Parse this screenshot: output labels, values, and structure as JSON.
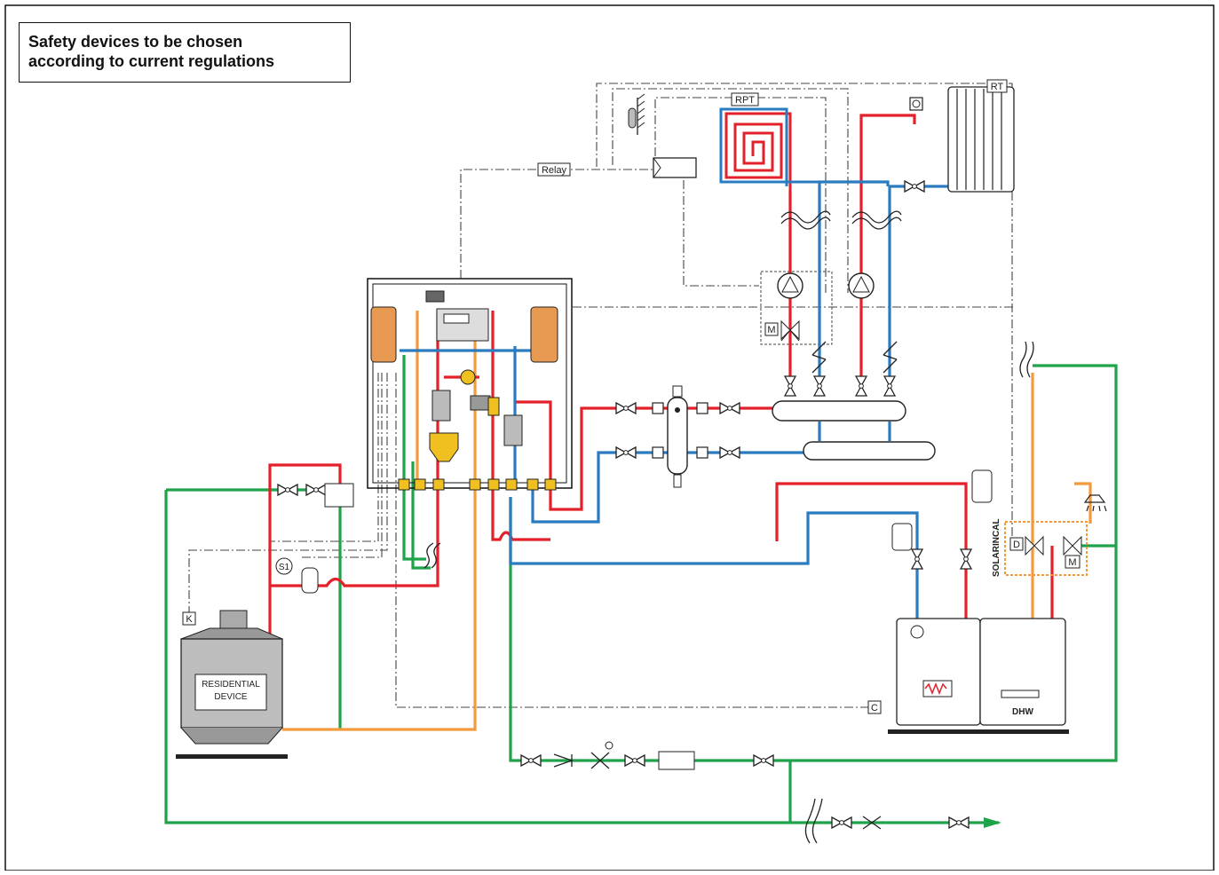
{
  "note": {
    "line1": "Safety devices to be chosen",
    "line2": "according to current regulations"
  },
  "labels": {
    "rt": "RT",
    "rpt": "RPT",
    "relay": "Relay",
    "m_mix": "M",
    "m_solar": "M",
    "d_solar": "D",
    "s1": "S1",
    "k": "K",
    "c": "C",
    "solarincal": "SOLARINCAL",
    "residential_1": "RESIDENTIAL",
    "residential_2": "DEVICE",
    "dhw": "DHW"
  },
  "colors": {
    "hot": "#e3212b",
    "cold": "#2b7bc0",
    "green": "#1fa34a",
    "orange": "#f29a3c",
    "control": "#444444",
    "insulation": "#e89a52",
    "boiler": "#bdbdbd"
  }
}
